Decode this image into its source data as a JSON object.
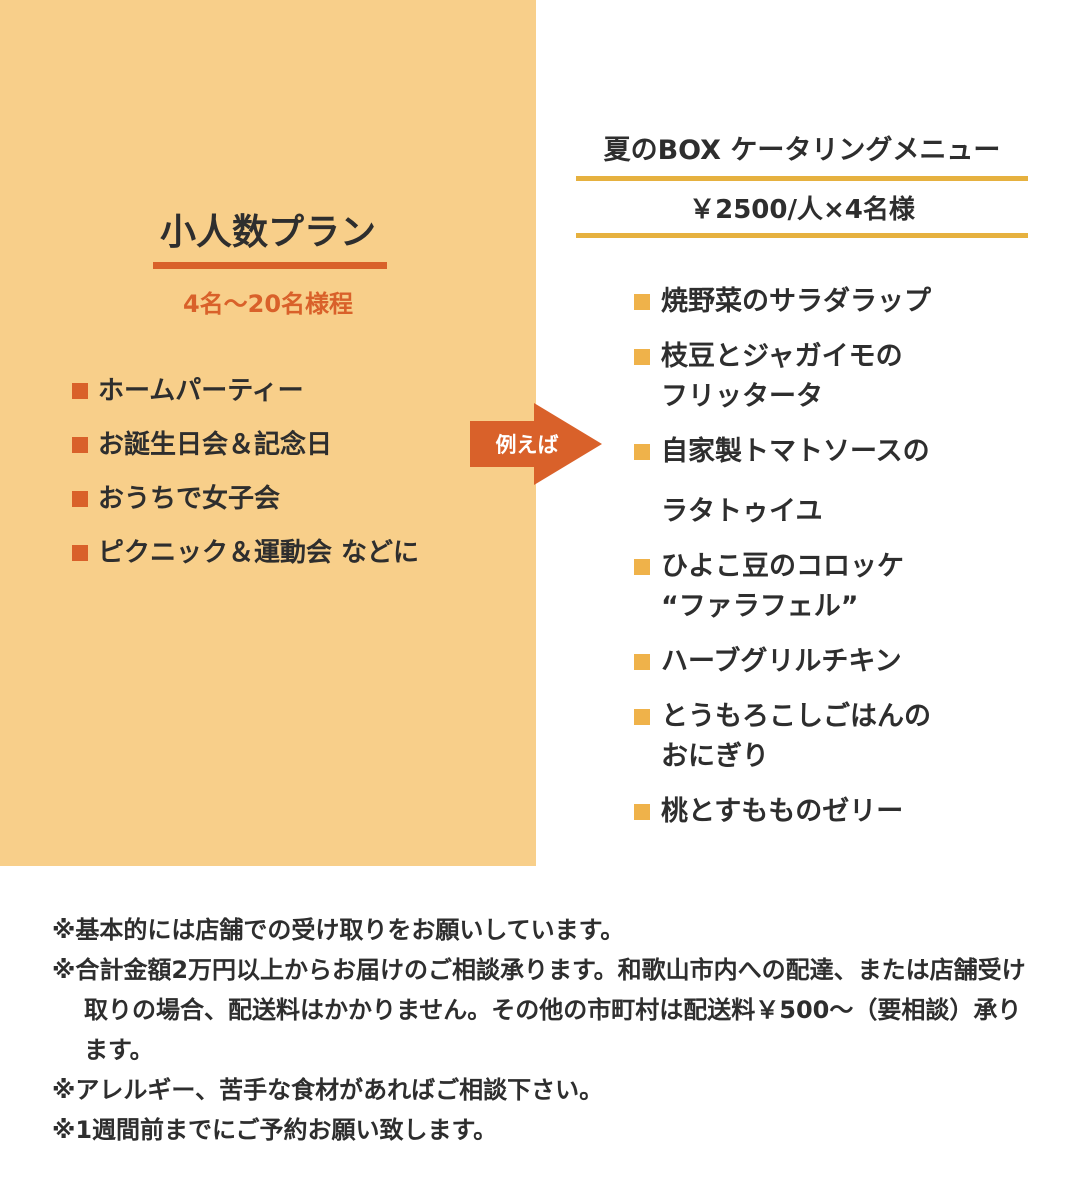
{
  "plan": {
    "title": "小人数プラン",
    "subtitle": "4名〜20名様程",
    "occasions": [
      "ホームパーティー",
      "お誕生日会＆記念日",
      "おうちで女子会",
      "ピクニック＆運動会 などに"
    ]
  },
  "arrow": {
    "label": "例えば"
  },
  "menu": {
    "title": "夏のBOX ケータリングメニュー",
    "price": "￥2500/人×4名様",
    "items": [
      {
        "line1": "焼野菜のサラダラップ",
        "line2": ""
      },
      {
        "line1": "枝豆とジャガイモの",
        "line2": "フリッタータ"
      },
      {
        "line1": "自家製トマトソースの",
        "line2": "ラタトゥイユ"
      },
      {
        "line1": "ひよこ豆のコロッケ",
        "line2": "“ファラフェル”"
      },
      {
        "line1": "ハーブグリルチキン",
        "line2": ""
      },
      {
        "line1": "とうもろこしごはんの",
        "line2": "おにぎり"
      },
      {
        "line1": "桃とすもものゼリー",
        "line2": ""
      }
    ]
  },
  "notes": [
    "※基本的には店舗での受け取りをお願いしています。",
    "※合計金額2万円以上からお届けのご相談承ります。和歌山市内への配達、または店舗受け取りの場合、配送料はかかりません。その他の市町村は配送料￥500〜（要相談）承ります。",
    "※アレルギー、苦手な食材があればご相談下さい。",
    "※1週間前までにご予約お願い致します。"
  ],
  "colors": {
    "panel": "#f8cf8a",
    "accent_orange": "#d9612a",
    "accent_gold": "#e6b13f"
  }
}
